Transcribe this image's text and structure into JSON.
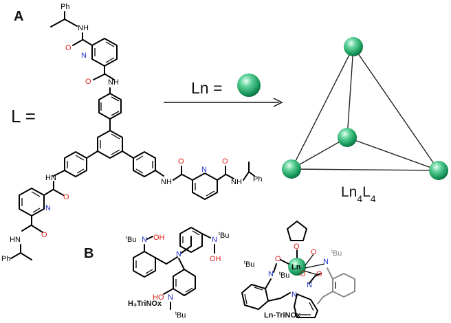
{
  "panel_a": {
    "letter": "A",
    "ligand_label": "L =",
    "reaction": {
      "ln_label": "Ln ="
    },
    "product": {
      "label_base1": "Ln",
      "sub1": "4",
      "label_base2": "L",
      "sub2": "4"
    },
    "atoms": {
      "ph": "Ph",
      "nh": "NH",
      "hn": "HN",
      "n": "N",
      "o": "O"
    }
  },
  "panel_b": {
    "letter": "B",
    "ligand_name": "H₃TriNOx",
    "complex_name": "Ln-TriNOx",
    "atoms": {
      "tbu_t": "t",
      "tbu": "Bu",
      "n": "N",
      "o": "O",
      "oh": "OH",
      "ho": "HO",
      "ln": "Ln"
    }
  },
  "colors": {
    "nitrogen": "#1d2fd0",
    "oxygen": "#e0201b",
    "metal_sphere": "#2aa36b",
    "text": "#111111"
  }
}
